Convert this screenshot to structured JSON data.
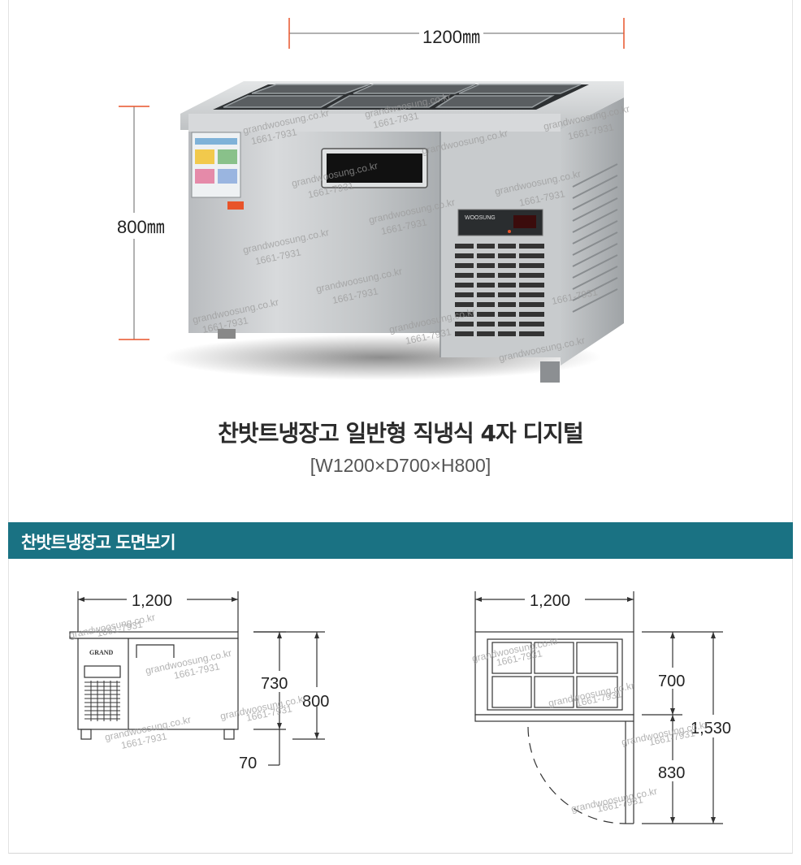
{
  "hero": {
    "width_label": "1200㎜",
    "height_label": "800㎜",
    "title": "찬밧트냉장고 일반형 직냉식 4자 디지털",
    "spec": "[W1200×D700×H800]"
  },
  "section": {
    "title": "찬밧트냉장고 도면보기"
  },
  "front_view": {
    "width": "1,200",
    "depth": "730",
    "height": "800",
    "leg": "70",
    "brand": "GRAND"
  },
  "top_view": {
    "width": "1,200",
    "depth": "700",
    "total": "1,530",
    "door_clearance": "830"
  },
  "watermark": {
    "site": "grandwoosung.co.kr",
    "phone": "1661-7931"
  },
  "panel": {
    "brand": "WOOSUNG"
  },
  "colors": {
    "section_bar": "#1a7283",
    "dim_tick": "#e8542a"
  }
}
